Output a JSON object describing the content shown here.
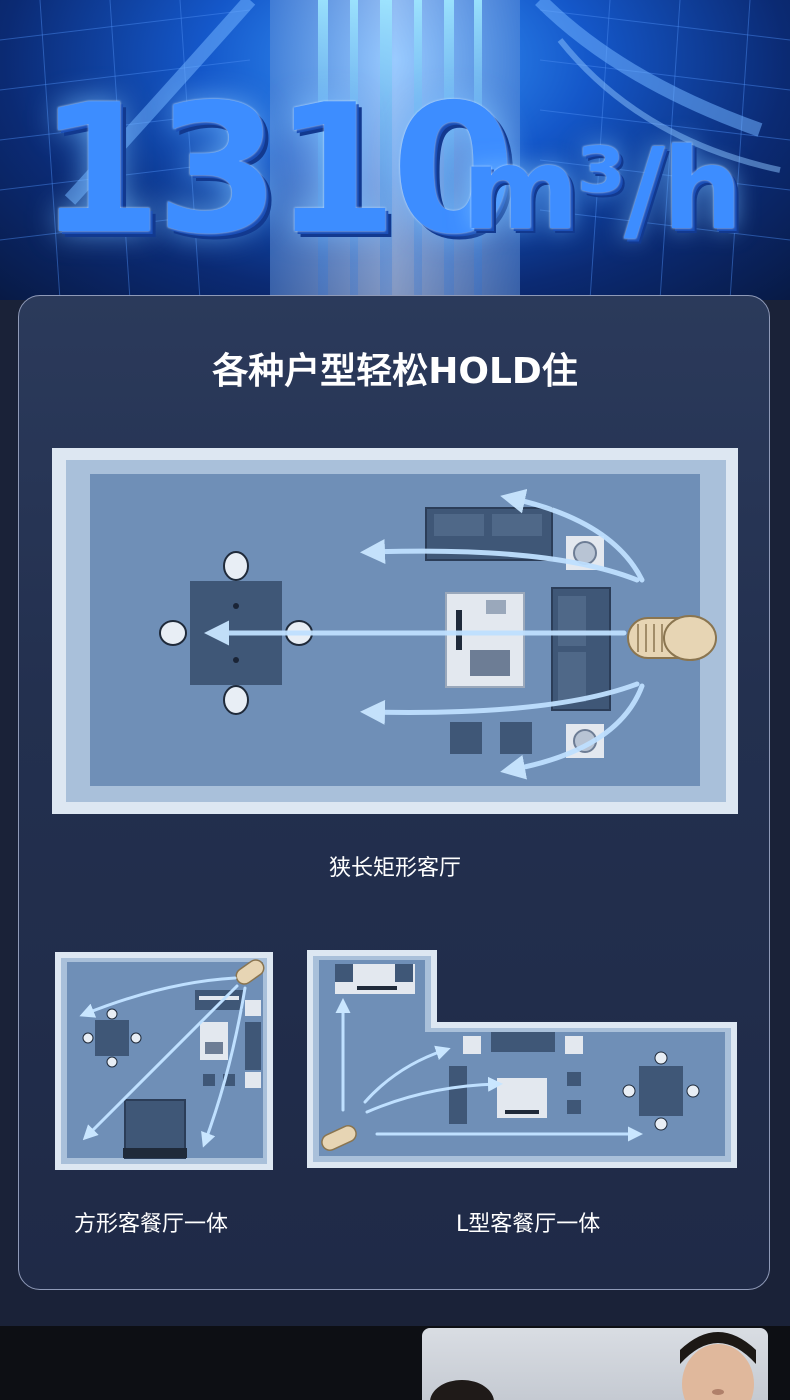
{
  "hero": {
    "number": "1310",
    "unit": "m³/h",
    "colors": {
      "accent": "#3d8dff",
      "deep": "#0b2a73"
    }
  },
  "card": {
    "title": "各种户型轻松HOLD住",
    "layouts": [
      {
        "caption": "狭长矩形客厅"
      },
      {
        "caption": "方形客餐厅一体"
      },
      {
        "caption": "L型客餐厅一体"
      }
    ]
  },
  "icons": [
    "air-purifier-icon",
    "airflow-arrow-icon",
    "sofa-icon",
    "dining-table-icon",
    "speaker-icon",
    "tv-cabinet-icon",
    "bed-icon"
  ]
}
